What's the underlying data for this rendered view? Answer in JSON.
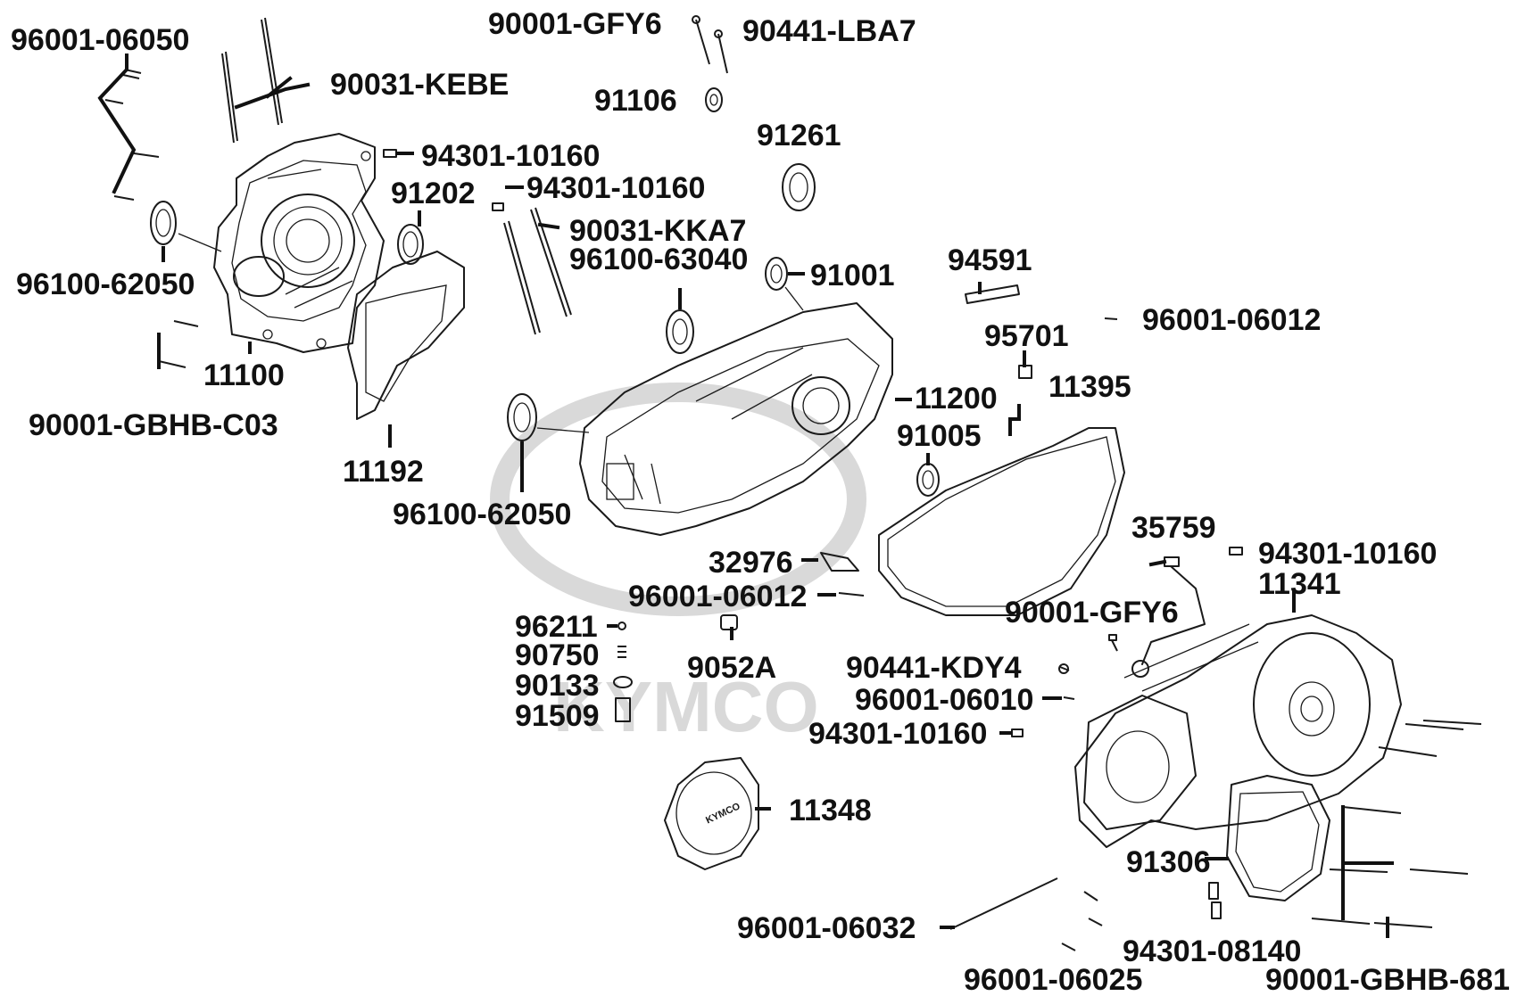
{
  "watermark": "KYMCO",
  "cover_logo": "KYMCO",
  "labels": {
    "l_96001_06050": "96001-06050",
    "l_90031_kebe": "90031-KEBE",
    "l_94301_10160_a": "94301-10160",
    "l_91202": "91202",
    "l_94301_10160_b": "94301-10160",
    "l_90031_kka7": "90031-KKA7",
    "l_96100_63040": "96100-63040",
    "l_96100_62050_a": "96100-62050",
    "l_11100": "11100",
    "l_90001_gbhb_c03": "90001-GBHB-C03",
    "l_11192": "11192",
    "l_96100_62050_b": "96100-62050",
    "l_90001_gfy6_a": "90001-GFY6",
    "l_90441_lba7": "90441-LBA7",
    "l_91106": "91106",
    "l_91261": "91261",
    "l_91001": "91001",
    "l_94591": "94591",
    "l_96001_06012_a": "96001-06012",
    "l_95701": "95701",
    "l_11200": "11200",
    "l_11395": "11395",
    "l_91005": "91005",
    "l_35759": "35759",
    "l_94301_10160_c": "94301-10160",
    "l_11341": "11341",
    "l_32976": "32976",
    "l_96001_06012_b": "96001-06012",
    "l_90001_gfy6_b": "90001-GFY6",
    "l_96211": "96211",
    "l_90750": "90750",
    "l_90133": "90133",
    "l_91509": "91509",
    "l_9052a": "9052A",
    "l_90441_kdy4": "90441-KDY4",
    "l_96001_06010": "96001-06010",
    "l_94301_10160_d": "94301-10160",
    "l_11348": "11348",
    "l_91306": "91306",
    "l_96001_06032": "96001-06032",
    "l_94301_08140": "94301-08140",
    "l_96001_06025": "96001-06025",
    "l_90001_gbhb_681": "90001-GBHB-681"
  }
}
